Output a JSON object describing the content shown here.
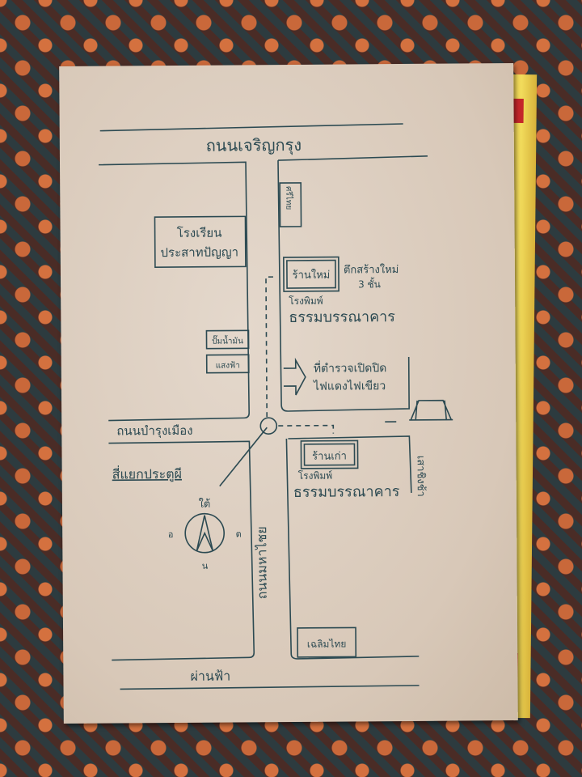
{
  "colors": {
    "ink": "#2c4a52",
    "paper": "#ddd0c2",
    "spine": "#e7c64a"
  },
  "map": {
    "roads": {
      "top": "ถนนเจริญกรุง",
      "middle": "ถนนบำรุงเมือง",
      "vertical": "ถนนมหาไชย",
      "bottom": "ผ่านฟ้า",
      "right_vertical": "เสาชิงช้า"
    },
    "places": {
      "school_line1": "โรงเรียน",
      "school_line2": "ประสาทปัญญา",
      "small_box_top": "ศรีไทย",
      "new_shop": "ร้านใหม่",
      "new_building_line1": "ตึกสร้างใหม่",
      "new_building_line2": "3 ชั้น",
      "press_label": "โรงพิมพ์",
      "press_name": "ธรรมบรรณาคาร",
      "gas_station": "ปั๊มน้ำมัน",
      "saeng_fa": "แสงฟ้า",
      "police_line1": "ที่ตำรวจเปิดปิด",
      "police_line2": "ไฟแดงไฟเขียว",
      "old_shop": "ร้านเก่า",
      "intersection": "สี่แยกประตูผี",
      "chaloem_thai": "เฉลิมไทย"
    },
    "compass": {
      "south": "ใต้",
      "north": "น",
      "west": "อ",
      "east": "ต"
    }
  }
}
